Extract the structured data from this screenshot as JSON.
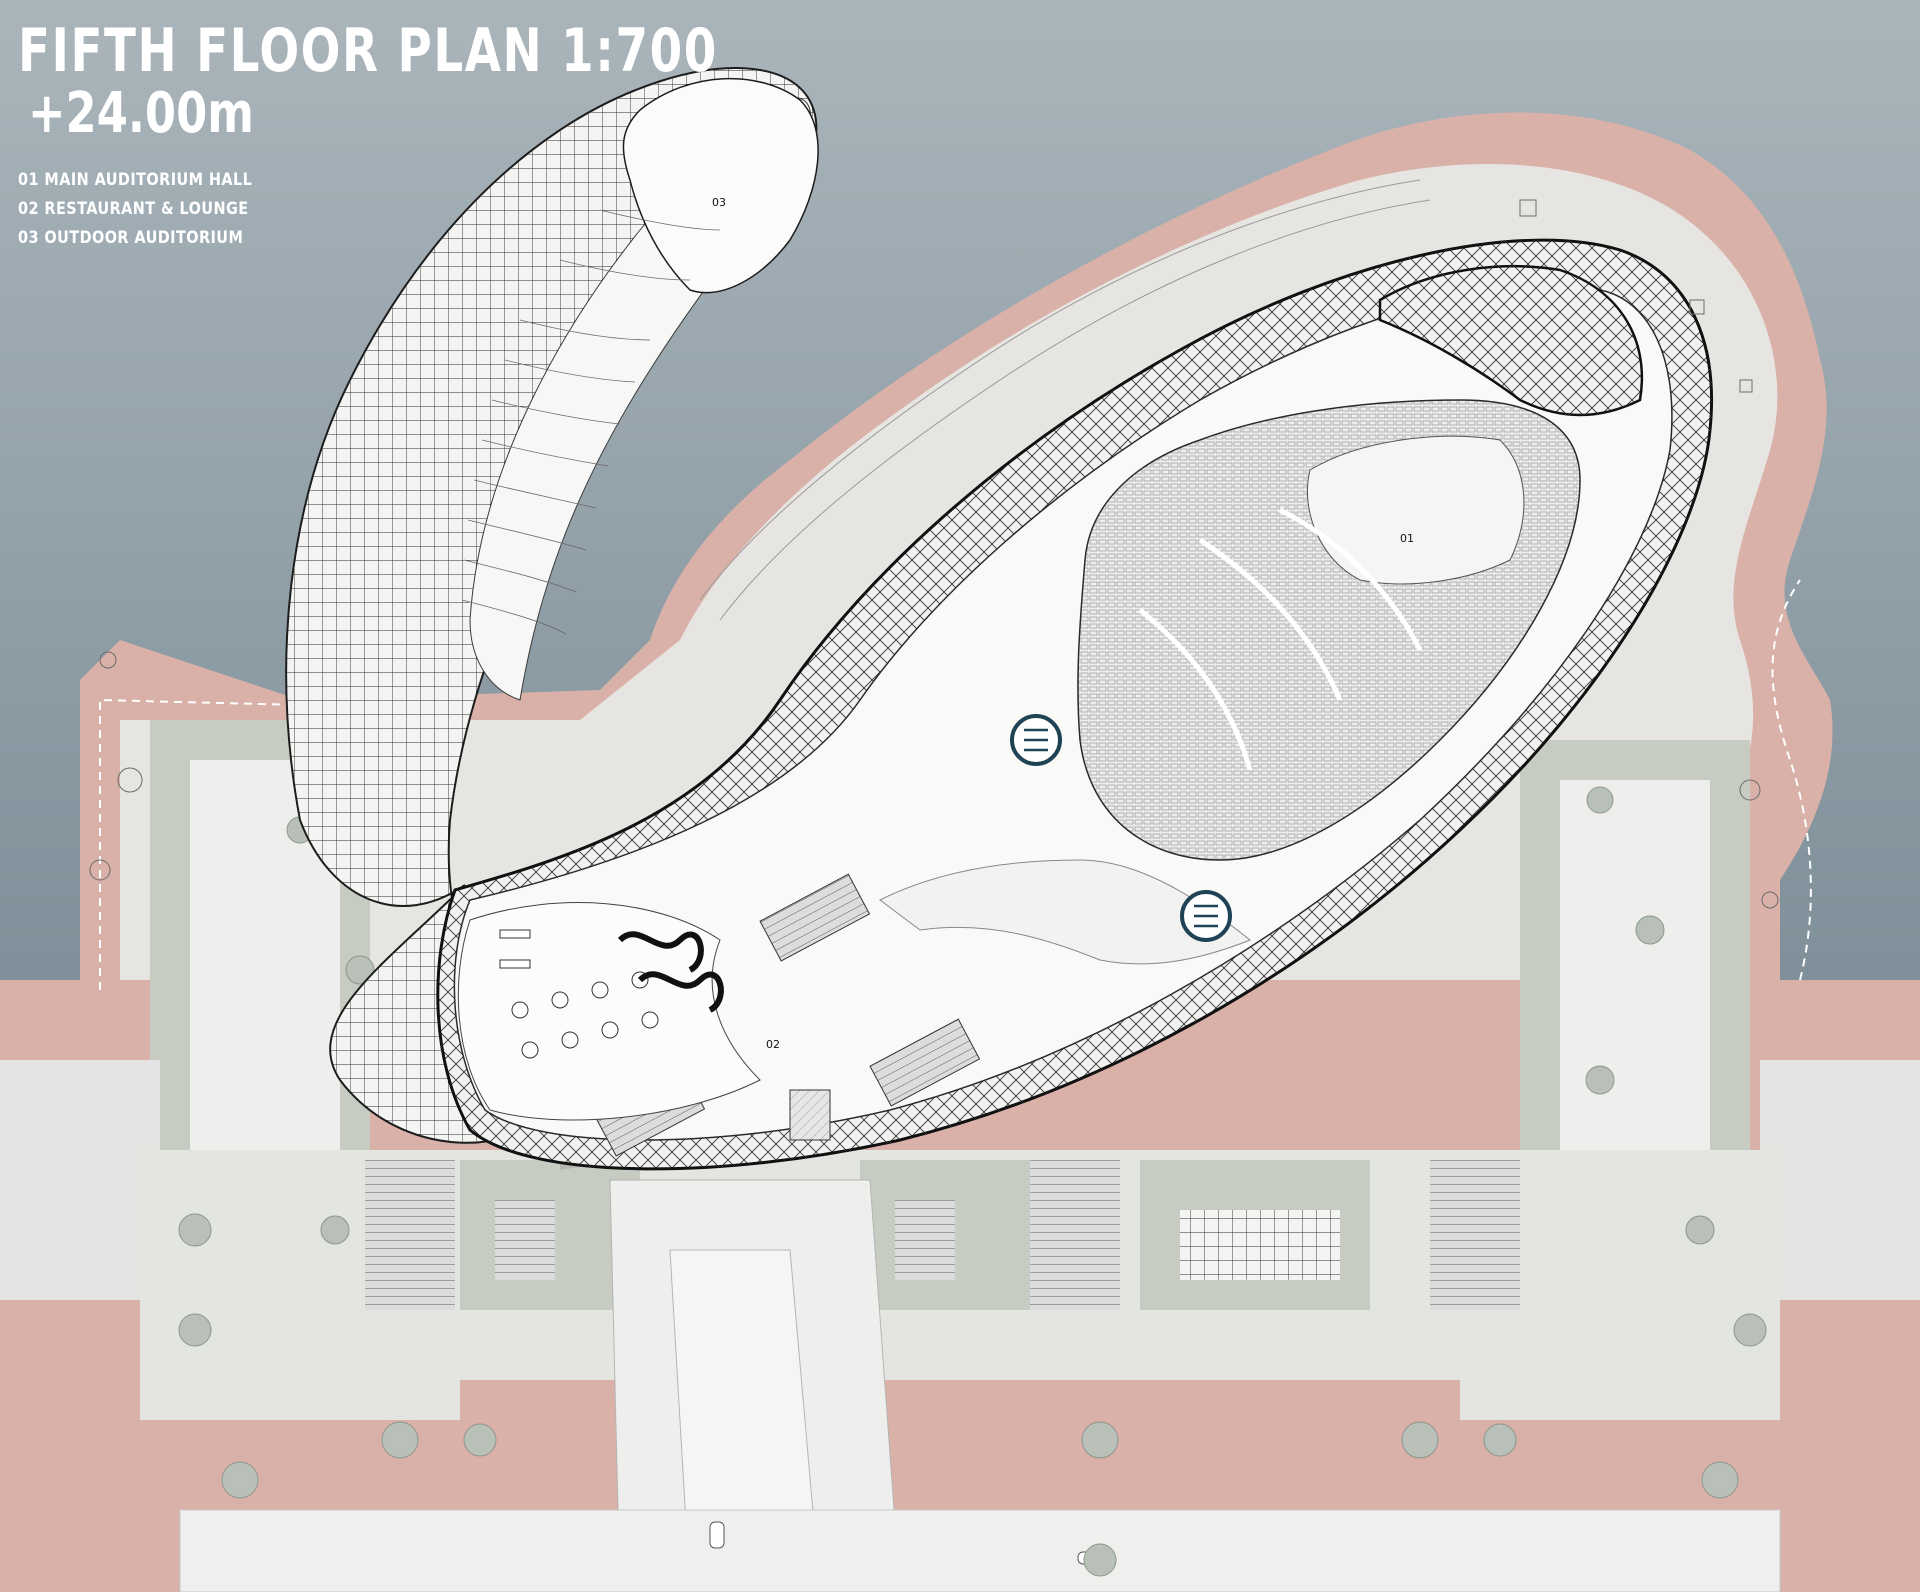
{
  "title": "FIFTH FLOOR PLAN 1:700",
  "level": "+24.00m",
  "legend": [
    "01 MAIN AUDITORIUM HALL",
    "02 RESTAURANT & LOUNGE",
    "03 OUTDOOR AUDITORIUM"
  ],
  "space_numbers": {
    "main_auditorium": "01",
    "restaurant": "02",
    "outdoor_auditorium": "03"
  },
  "colors": {
    "water": "#9aa7ae",
    "promenade": "#d9b1a9",
    "landscape": "#c6ccc2",
    "paving": "#ececea",
    "building_floor": "#f9f9f8",
    "title_text": "#ffffff"
  }
}
